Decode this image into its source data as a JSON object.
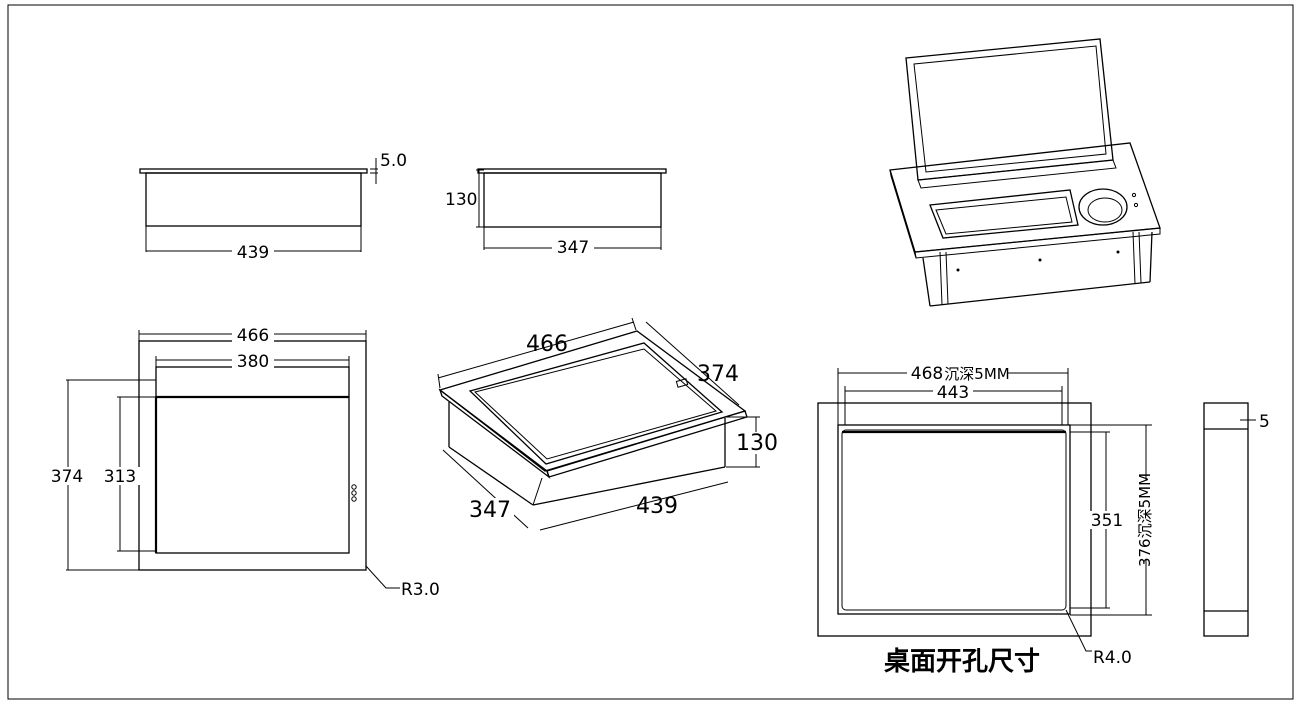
{
  "views": {
    "front": {
      "top_thickness": "5.0",
      "width": "439"
    },
    "side": {
      "height": "130",
      "depth": "347"
    },
    "top": {
      "outer_width": "466",
      "inner_width": "380",
      "outer_height": "374",
      "inner_height": "313",
      "corner_radius": "R3.0"
    },
    "iso": {
      "top_width": "466",
      "top_depth": "374",
      "height": "130",
      "depth": "347",
      "width": "439"
    },
    "cutout": {
      "width": "468",
      "width_note": "沉深5MM",
      "inner_width": "443",
      "depth": "376",
      "depth_note": "沉深5MM",
      "inner_depth": "351",
      "corner_radius": "R4.0",
      "caption": "桌面开孔尺寸"
    },
    "profile": {
      "thickness": "5"
    }
  }
}
